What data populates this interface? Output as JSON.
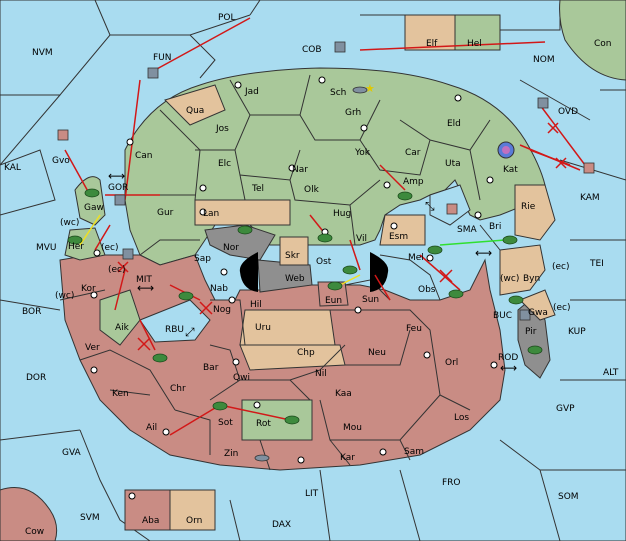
{
  "labels": {
    "POL": "POL",
    "NVM": "NVM",
    "FUN": "FUN",
    "COB": "COB",
    "Elf": "Elf",
    "Hel": "Hel",
    "NOM": "NOM",
    "Con": "Con",
    "Jad": "Jad",
    "Sch": "Sch",
    "Qua": "Qua",
    "Jos": "Jos",
    "Grh": "Grh",
    "Eld": "Eld",
    "OVD": "OVD",
    "KAL": "KAL",
    "Gvo": "Gvo",
    "Can": "Can",
    "Elc": "Elc",
    "Nar": "Nar",
    "Yok": "Yok",
    "Car": "Car",
    "Uta": "Uta",
    "Kat": "Kat",
    "GOR": "GOR",
    "Gaw": "Gaw",
    "Tel": "Tel",
    "Olk": "Olk",
    "Amp": "Amp",
    "KAM": "KAM",
    "Gur": "Gur",
    "Lan": "Lan",
    "Hug": "Hug",
    "SMA": "SMA",
    "Rie": "Rie",
    "MVU": "MVU",
    "wc": "(wc)",
    "ec": "(ec)",
    "Her": "Her",
    "Nor": "Nor",
    "Skr": "Skr",
    "Vil": "Vil",
    "Esm": "Esm",
    "Bri": "Bri",
    "Sap": "Sap",
    "Web": "Web",
    "Ost": "Ost",
    "Mel": "Mel",
    "TEI": "TEI",
    "MIT": "MIT",
    "Kor": "Kor",
    "Nab": "Nab",
    "Byn": "Byn",
    "BOR": "BOR",
    "Eun": "Eun",
    "Sun": "Sun",
    "Obs": "Obs",
    "Gwa": "Gwa",
    "BUC": "BUC",
    "Aik": "Aik",
    "Nog": "Nog",
    "Hil": "Hil",
    "Uru": "Uru",
    "Feu": "Feu",
    "KUP": "KUP",
    "RBU": "RBU",
    "Pir": "Pir",
    "Ver": "Ver",
    "Chp": "Chp",
    "Neu": "Neu",
    "Orl": "Orl",
    "DOR": "DOR",
    "Bar": "Bar",
    "Qwi": "Qwi",
    "Nil": "Nil",
    "ROD": "ROD",
    "ALT": "ALT",
    "Ken": "Ken",
    "Chr": "Chr",
    "Kaa": "Kaa",
    "GVP": "GVP",
    "Sot": "Sot",
    "Rot": "Rot",
    "Los": "Los",
    "Ail": "Ail",
    "Mou": "Mou",
    "GVA": "GVA",
    "Zin": "Zin",
    "Kar": "Kar",
    "Sam": "Sam",
    "FRO": "FRO",
    "LIT": "LIT",
    "SOM": "SOM",
    "SVM": "SVM",
    "Aba": "Aba",
    "Orn": "Orn",
    "Cow": "Cow",
    "DAX": "DAX"
  },
  "colors": {
    "sea": "#a9dcf0",
    "green": "#a9c89a",
    "red": "#c98c84",
    "tan": "#e3c39d",
    "gray": "#8f8f8f",
    "order_arrow": "#d21818",
    "support_yellow": "#f0e020",
    "support_green": "#30e030"
  },
  "icons": {
    "fleet": "ship-icon",
    "army": "tank-icon",
    "supply_center": "supply-center-icon",
    "build": "build-flag-icon",
    "dislodge": "red-x-icon",
    "retreat": "double-arrow-icon",
    "capital_star": "star-icon",
    "target": "target-icon"
  }
}
